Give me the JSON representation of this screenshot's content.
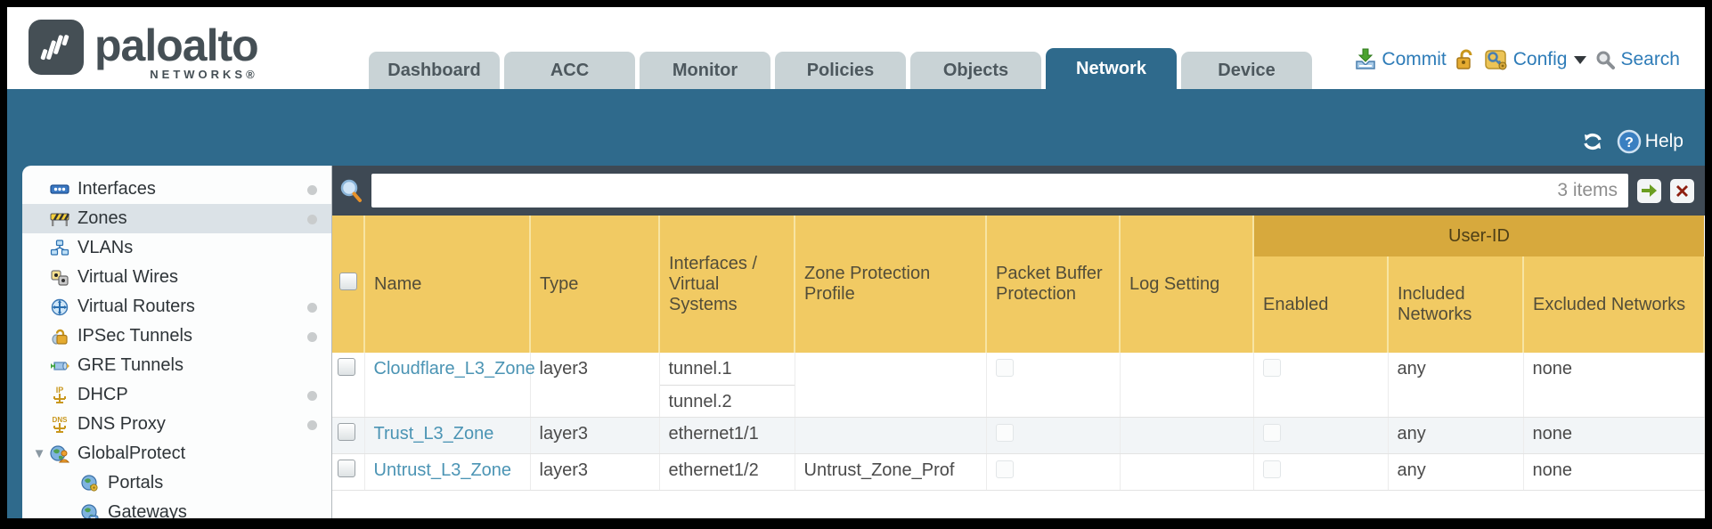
{
  "brand": {
    "name": "paloalto",
    "sub": "NETWORKS®"
  },
  "tabs": [
    {
      "label": "Dashboard",
      "active": false
    },
    {
      "label": "ACC",
      "active": false
    },
    {
      "label": "Monitor",
      "active": false
    },
    {
      "label": "Policies",
      "active": false
    },
    {
      "label": "Objects",
      "active": false
    },
    {
      "label": "Network",
      "active": true
    },
    {
      "label": "Device",
      "active": false
    }
  ],
  "utility": {
    "commit": "Commit",
    "config": "Config",
    "search": "Search",
    "help": "Help"
  },
  "sidebar": {
    "items": [
      {
        "label": "Interfaces"
      },
      {
        "label": "Zones"
      },
      {
        "label": "VLANs"
      },
      {
        "label": "Virtual Wires"
      },
      {
        "label": "Virtual Routers"
      },
      {
        "label": "IPSec Tunnels"
      },
      {
        "label": "GRE Tunnels"
      },
      {
        "label": "DHCP"
      },
      {
        "label": "DNS Proxy"
      },
      {
        "label": "GlobalProtect",
        "expander": "▼"
      },
      {
        "label": "Portals"
      },
      {
        "label": "Gateways"
      }
    ]
  },
  "toolbar": {
    "items_count": "3 items",
    "search_value": ""
  },
  "table": {
    "group_header": "User-ID",
    "columns": [
      "Name",
      "Type",
      "Interfaces / Virtual Systems",
      "Zone Protection Profile",
      "Packet Buffer Protection",
      "Log Setting",
      "Enabled",
      "Included Networks",
      "Excluded Networks"
    ],
    "rows": [
      {
        "name": "Cloudflare_L3_Zone",
        "type": "layer3",
        "interfaces": [
          "tunnel.1",
          "tunnel.2"
        ],
        "zone_protection_profile": "",
        "log_setting": "",
        "included_networks": "any",
        "excluded_networks": "none"
      },
      {
        "name": "Trust_L3_Zone",
        "type": "layer3",
        "interfaces": [
          "ethernet1/1"
        ],
        "zone_protection_profile": "",
        "log_setting": "",
        "included_networks": "any",
        "excluded_networks": "none"
      },
      {
        "name": "Untrust_L3_Zone",
        "type": "layer3",
        "interfaces": [
          "ethernet1/2"
        ],
        "zone_protection_profile": "Untrust_Zone_Prof",
        "log_setting": "",
        "included_networks": "any",
        "excluded_networks": "none"
      }
    ]
  },
  "accents": {
    "teal": "#2f6a8c",
    "header_gold": "#f1ca63",
    "userid_gold": "#d7a93d",
    "link_blue": "#4b94b4",
    "top_link_blue": "#2e7cb8",
    "bar_dark": "#3e4954"
  }
}
